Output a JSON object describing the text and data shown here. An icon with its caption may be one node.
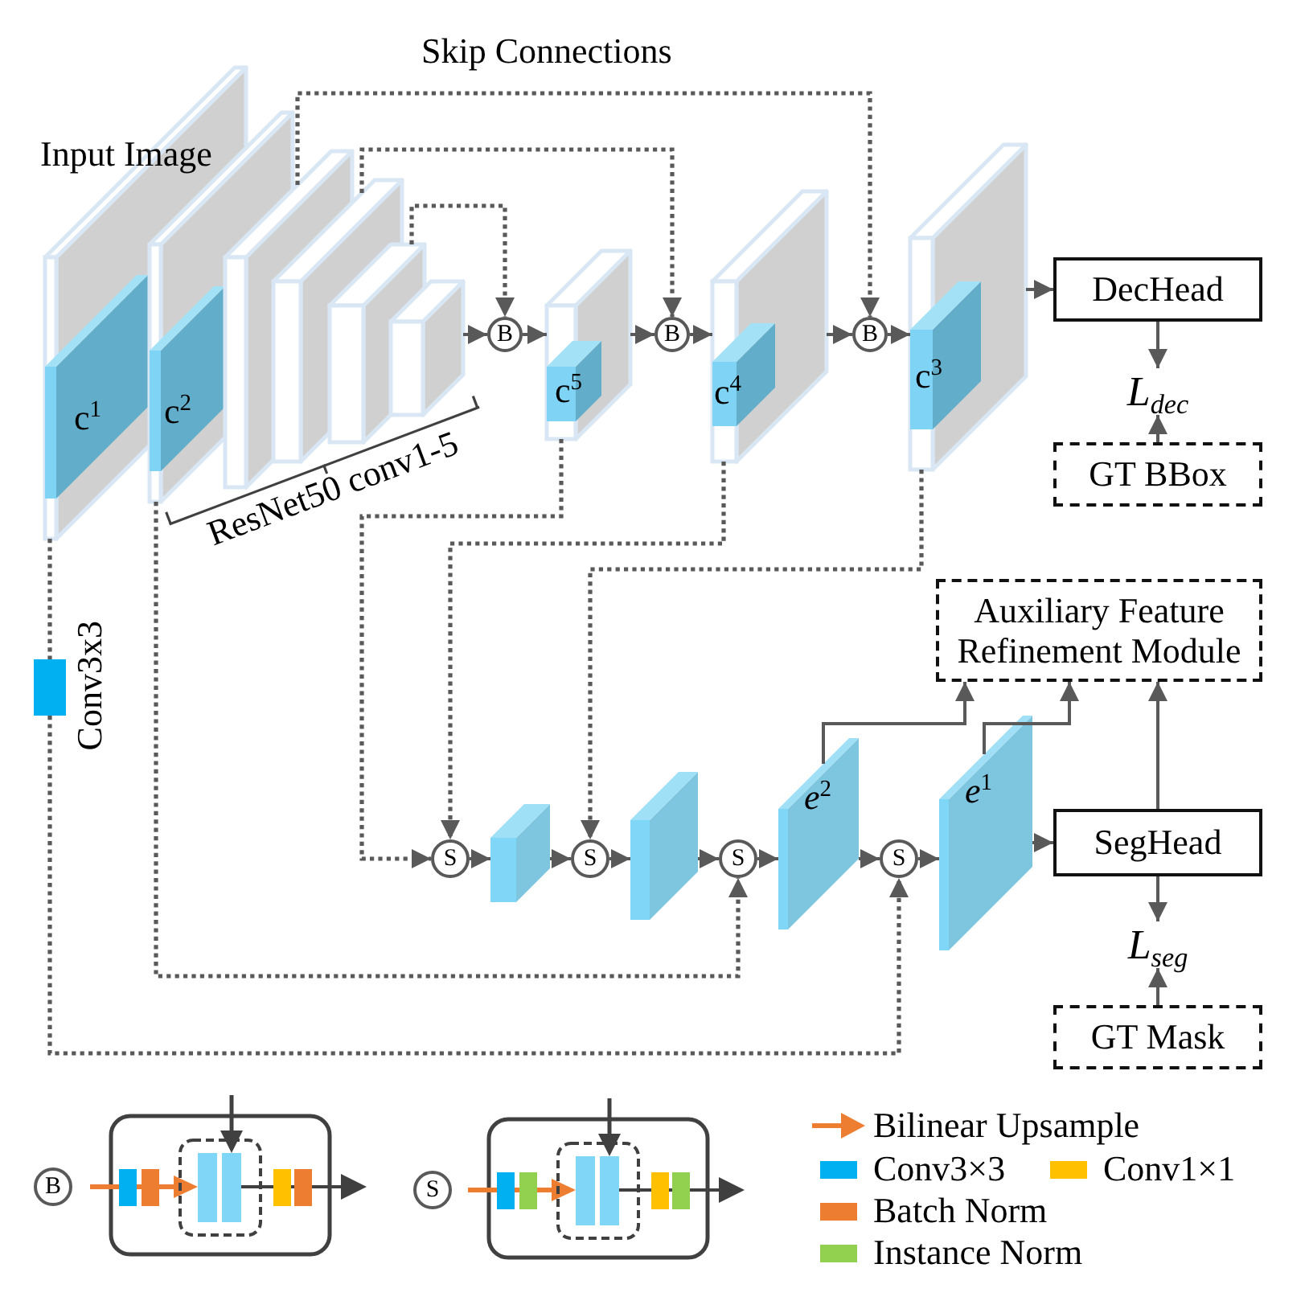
{
  "diagram": {
    "nodes": [
      {
        "text": [
          "c$^{1}$"
        ]
      },
      {
        "text": [
          "c$^{2}$"
        ]
      },
      {
        "text": [],
        "shape": "box"
      },
      {
        "text": [],
        "shape": "box"
      },
      {
        "text": [],
        "shape": "box"
      },
      {
        "text": [],
        "shape": "box"
      },
      {
        "text": [
          "B"
        ]
      },
      {
        "text": [
          "c$^{5}$"
        ]
      },
      {
        "text": [
          "B"
        ]
      },
      {
        "text": [
          "c$^{4}$"
        ]
      },
      {
        "text": [
          "B"
        ]
      },
      {
        "text": [
          "c$^{3}$"
        ]
      },
      {
        "text": [
          "DecHead"
        ]
      },
      {
        "text": [
          "L$_{dec}$"
        ]
      },
      {
        "text": [
          "GT BBox"
        ]
      },
      {
        "text": [],
        "shape": "box",
        "beside": [
          "Conv3x3"
        ]
      },
      {
        "text": [
          "Auxiliary Feature Refinement Module"
        ]
      },
      {
        "text": [
          "S"
        ]
      },
      {
        "text": [],
        "shape": "box"
      },
      {
        "text": [
          "S"
        ]
      },
      {
        "text": [],
        "shape": "box"
      },
      {
        "text": [
          "S"
        ]
      },
      {
        "text": [
          "*e*$^{2}$"
        ]
      },
      {
        "text": [
          "S"
        ]
      },
      {
        "text": [
          "*e*$^{1}$"
        ]
      },
      {
        "text": [
          "SegHead"
        ]
      },
      {
        "text": [
          "L$_{seg}$"
        ]
      },
      {
        "text": [
          "GT Mask"
        ]
      },
      {
        "text": [
          "B"
        ]
      },
      {
        "text": [
          "S"
        ]
      }
    ],
    "edges": [
      {
        "from": 2,
        "to": 10,
        "arrow": "to",
        "style": "dashed"
      },
      {
        "from": 3,
        "to": 8,
        "arrow": "to",
        "style": "dashed"
      },
      {
        "from": 4,
        "to": 6,
        "arrow": "to",
        "style": "dashed"
      },
      {
        "from": 5,
        "to": 6,
        "arrow": "to"
      },
      {
        "from": 6,
        "to": 7,
        "arrow": "to"
      },
      {
        "from": 7,
        "to": 8,
        "arrow": "to"
      },
      {
        "from": 8,
        "to": 9,
        "arrow": "to"
      },
      {
        "from": 9,
        "to": 10,
        "arrow": "to"
      },
      {
        "from": 10,
        "to": 11,
        "arrow": "to"
      },
      {
        "from": 11,
        "to": 12,
        "arrow": "to"
      },
      {
        "from": 12,
        "to": 13,
        "arrow": "to"
      },
      {
        "from": 14,
        "to": 13,
        "arrow": "to"
      },
      {
        "from": 7,
        "to": 17,
        "arrow": "to",
        "style": "dashed"
      },
      {
        "from": 9,
        "to": 17,
        "arrow": "to",
        "style": "dashed"
      },
      {
        "from": 11,
        "to": 19,
        "arrow": "to",
        "style": "dashed"
      },
      {
        "from": 1,
        "to": 21,
        "arrow": "to",
        "style": "dashed"
      },
      {
        "from": 0,
        "to": 15,
        "arrow": "none",
        "style": "dashed"
      },
      {
        "from": 15,
        "to": 23,
        "arrow": "to",
        "style": "dashed"
      },
      {
        "from": 17,
        "to": 18,
        "arrow": "to"
      },
      {
        "from": 18,
        "to": 19,
        "arrow": "to"
      },
      {
        "from": 19,
        "to": 20,
        "arrow": "to"
      },
      {
        "from": 20,
        "to": 21,
        "arrow": "to"
      },
      {
        "from": 21,
        "to": 22,
        "arrow": "to"
      },
      {
        "from": 22,
        "to": 23,
        "arrow": "to"
      },
      {
        "from": 23,
        "to": 24,
        "arrow": "to"
      },
      {
        "from": 24,
        "to": 25,
        "arrow": "to"
      },
      {
        "from": 22,
        "to": 16,
        "arrow": "to"
      },
      {
        "from": 24,
        "to": 16,
        "arrow": "to"
      },
      {
        "from": 25,
        "to": 16,
        "arrow": "to"
      },
      {
        "from": 25,
        "to": 26,
        "arrow": "to"
      },
      {
        "from": 27,
        "to": 26,
        "arrow": "to"
      }
    ],
    "labels": [
      "Skip Connections",
      "Input Image",
      "ResNet50 conv1-5"
    ],
    "legend": [
      {
        "text": "Bilinear Upsample"
      },
      {
        "text": "Conv3×3",
        "color": "#00b0f0"
      },
      {
        "text": "Conv1×1",
        "color": "#ffc000"
      },
      {
        "text": "Batch Norm",
        "color": "#ed7d31"
      },
      {
        "text": "Instance Norm",
        "color": "#92d050"
      }
    ]
  }
}
